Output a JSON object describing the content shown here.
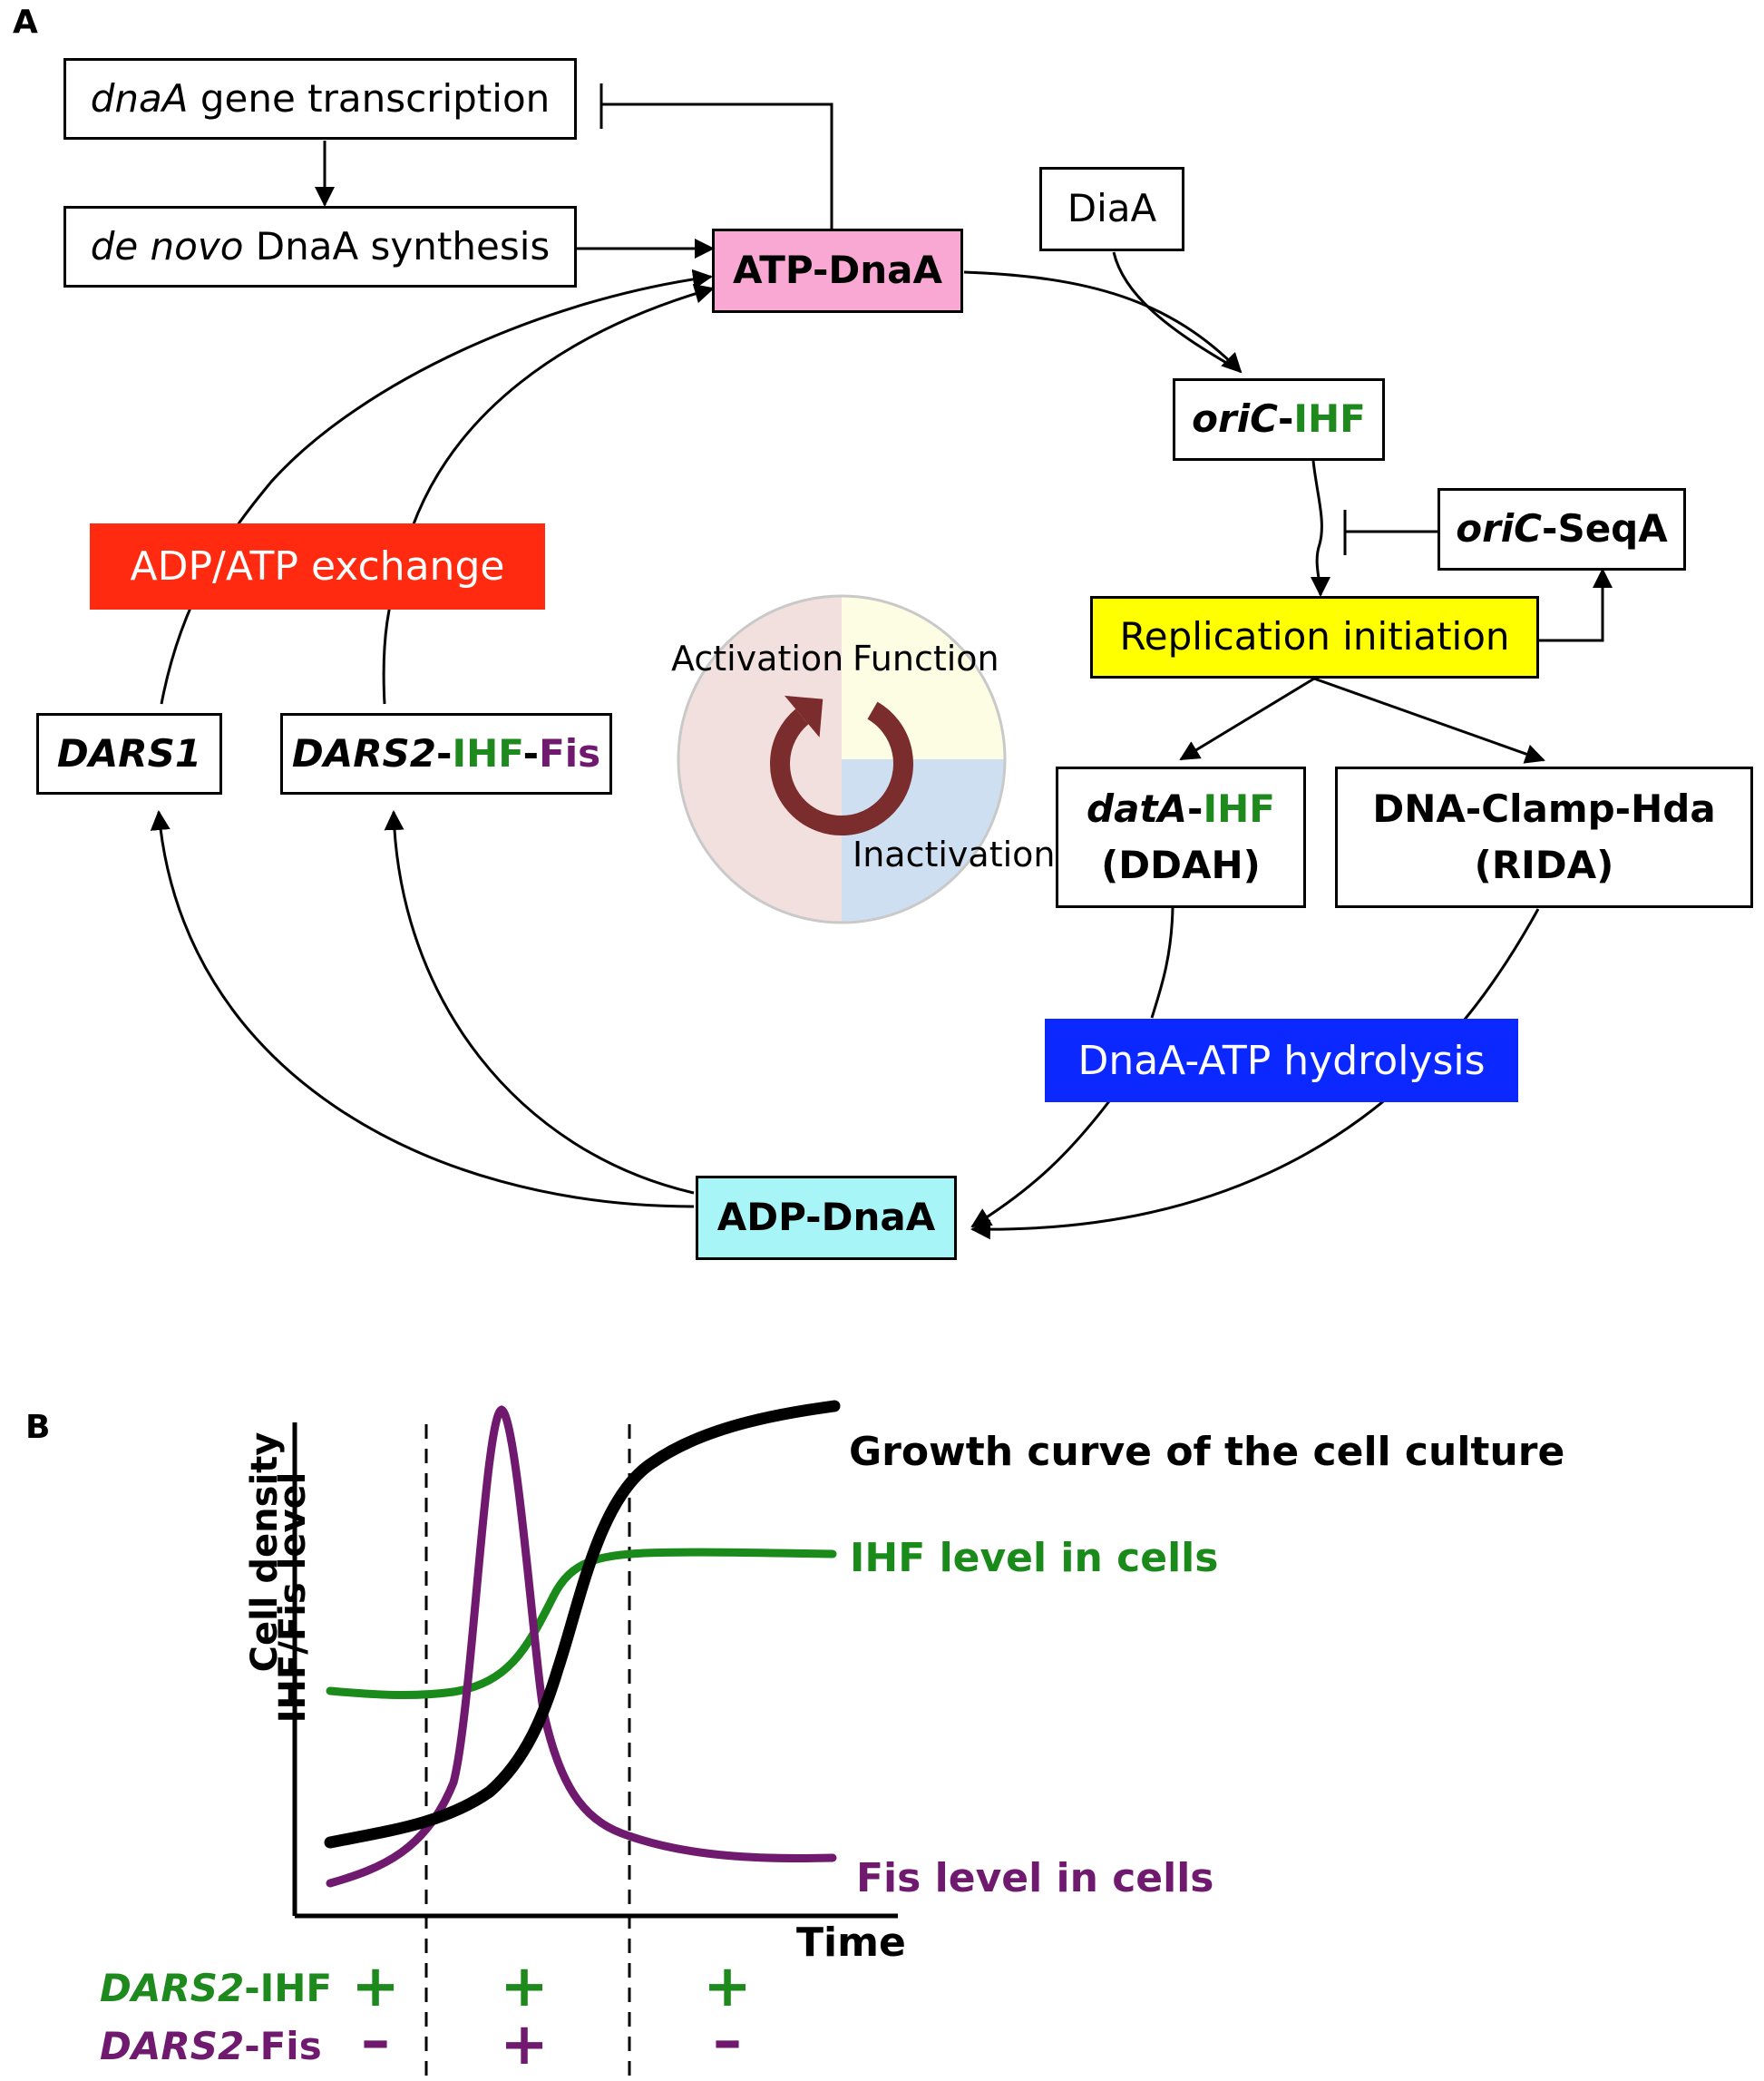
{
  "panel_a": {
    "label": "A",
    "dnaA_transcription": {
      "italic": "dnaA",
      "rest": " gene transcription"
    },
    "de_novo": {
      "italic": "de novo",
      "rest": " DnaA synthesis"
    },
    "atp_dnaa": "ATP-DnaA",
    "diaA": "DiaA",
    "oriC_ihf": {
      "italic": "oriC",
      "dash": "-",
      "colored": "IHF"
    },
    "oriC_seqA": {
      "italic": "oriC",
      "rest": "-SeqA"
    },
    "replication_initiation": "Replication initiation",
    "datA_ihf": {
      "italic": "datA",
      "dash": "-",
      "colored": "IHF",
      "second_line": "(DDAH)"
    },
    "dna_clamp_hda": {
      "line1": "DNA-Clamp-Hda",
      "line2": "(RIDA)"
    },
    "dnaa_atp_hydrolysis": "DnaA-ATP hydrolysis",
    "adp_dnaa": "ADP-DnaA",
    "adp_atp_exchange": "ADP/ATP exchange",
    "dars1": "DARS1",
    "dars2_ihf_fis": {
      "italic": "DARS2",
      "dash1": "-",
      "ihf": "IHF",
      "dash2": "-",
      "fis": "Fis"
    },
    "cycle": {
      "activation": "Activation",
      "function": "Function",
      "inactivation": "Inactivation"
    },
    "colors": {
      "atp_dnaa_fill": "#f9a7d3",
      "adp_dnaa_fill": "#a7f5f7",
      "replication_fill": "#ffff00",
      "exchange_bar": "#ff2a0f",
      "hydrolysis_bar": "#0a28ff",
      "cycle_activation": "#f2e0df",
      "cycle_function": "#fdfde4",
      "cycle_inactivation": "#cedff2",
      "cycle_arrow": "#7b2c2c",
      "green": "#1e8a1e",
      "purple": "#6f1a6f"
    }
  },
  "panel_b": {
    "label": "B",
    "ylabel_line1": "Cell density",
    "ylabel_line2": "IHF/Fis level",
    "xlabel": "Time",
    "curve_labels": {
      "growth": "Growth curve of the cell culture",
      "ihf": "IHF level in cells",
      "fis": "Fis level in cells"
    },
    "rows": [
      {
        "italic": "DARS2",
        "rest": "-IHF",
        "color": "#1e8a1e",
        "signs": [
          "+",
          "+",
          "+"
        ]
      },
      {
        "italic": "DARS2",
        "rest": "-Fis",
        "color": "#6f1a6f",
        "signs": [
          "–",
          "+",
          "–"
        ]
      }
    ]
  }
}
